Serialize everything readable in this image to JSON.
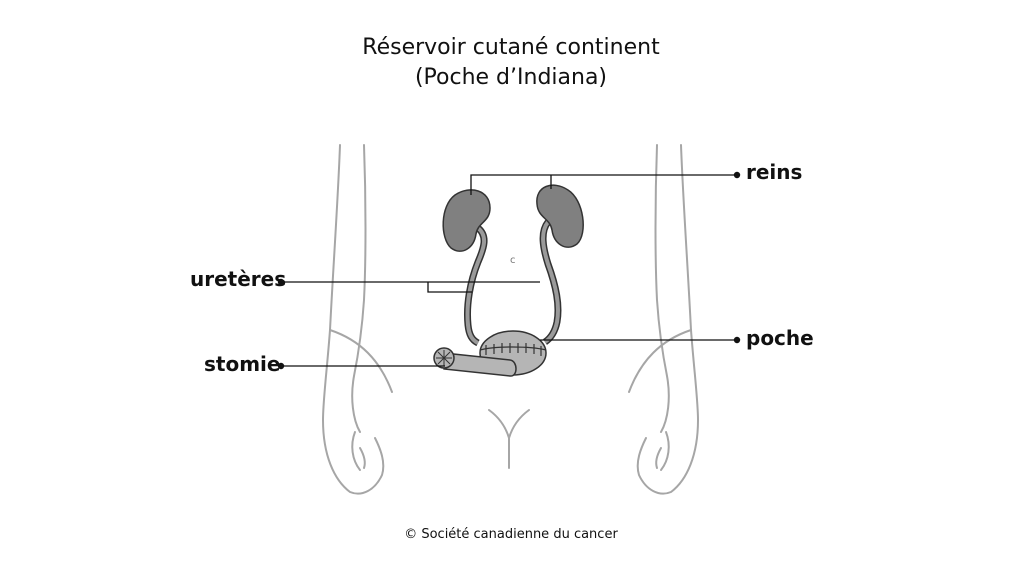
{
  "title": {
    "line1": "Réservoir cutané continent",
    "line2": "(Poche d’Indiana)"
  },
  "labels": {
    "reins": "reins",
    "ureteres": "uretères",
    "poche": "poche",
    "stomie": "stomie",
    "navel_mark": "c"
  },
  "credit": "© Société canadienne du cancer",
  "colors": {
    "organ_fill": "#808080",
    "organ_stroke": "#333333",
    "body_outline": "#a6a6a6",
    "leader_line": "#111111"
  }
}
